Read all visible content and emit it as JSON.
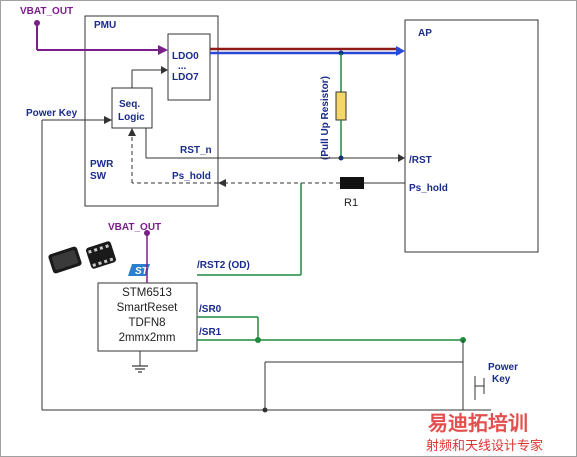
{
  "colors": {
    "purple": "#7a1f8a",
    "label_blue": "#1a2b8c",
    "navy": "#0b2f8a",
    "green": "#1e8a3e",
    "maroon": "#8b1a1a",
    "power_blue": "#2a48d6",
    "box_border": "#333333",
    "watermark_red": "#e03030"
  },
  "labels": {
    "vbat_out_1": "VBAT_OUT",
    "vbat_out_2": "VBAT_OUT",
    "pmu": "PMU",
    "ap": "AP",
    "ldo0": "LDO0",
    "ldo_dots": "...",
    "ldo7": "LDO7",
    "seq_logic_line1": "Seq.",
    "seq_logic_line2": "Logic",
    "power_key_left": "Power Key",
    "pwr": "PWR",
    "sw": "SW",
    "rst_n": "RST_n",
    "ps_hold_pmu": "Ps_hold",
    "pull_up": "(Pull Up Resistor)",
    "rst_ap": "/RST",
    "ps_hold_ap": "Ps_hold",
    "r1": "R1",
    "rst2": "/RST2 (OD)",
    "sr0": "/SR0",
    "sr1": "/SR1",
    "chip_line1": "STM6513",
    "chip_line2": "SmartReset",
    "chip_line3": "TDFN8",
    "chip_line4": "2mmx2mm",
    "power_key_right_1": "Power",
    "power_key_right_2": "Key"
  },
  "icons": {
    "st_logo": "st-logo-icon",
    "package": "ic-package-icon",
    "ground": "ground-icon",
    "resistor": "resistor-icon",
    "switch": "push-switch-icon"
  },
  "watermark": {
    "main": "易迪拓培训",
    "sub": "射频和天线设计专家"
  }
}
